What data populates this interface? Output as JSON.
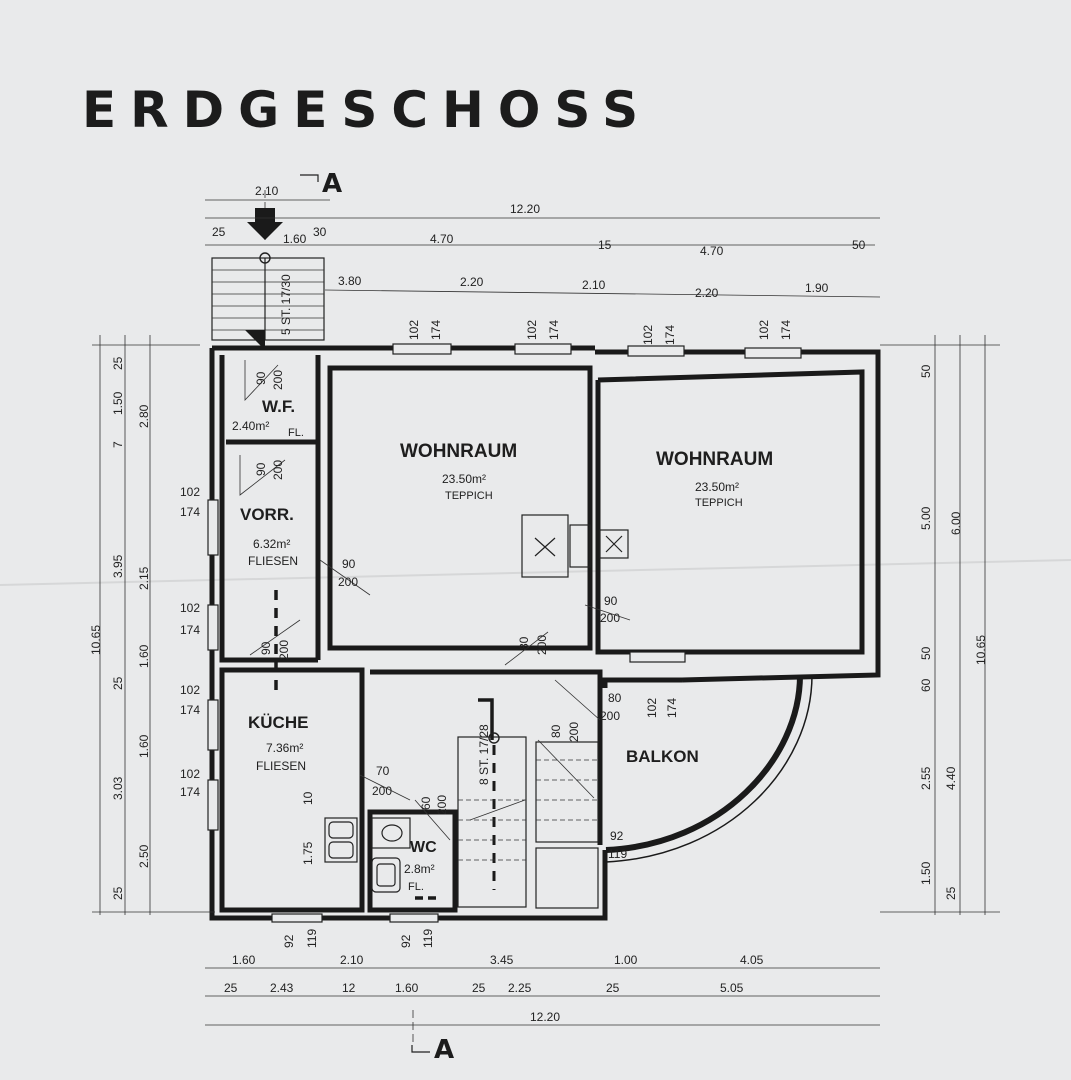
{
  "title": "ERDGESCHOSS",
  "section_marks": {
    "top": "A",
    "bottom": "A"
  },
  "rooms": {
    "wohnraum_1": {
      "name": "WOHNRAUM",
      "area": "23.50m²",
      "floor": "TEPPICH"
    },
    "wohnraum_2": {
      "name": "WOHNRAUM",
      "area": "23.50m²",
      "floor": "TEPPICH"
    },
    "wf": {
      "name": "W.F.",
      "area": "2.40m²",
      "floor": "FL."
    },
    "vorr": {
      "name": "VORR.",
      "area": "6.32m²",
      "floor": "FLIESEN"
    },
    "kueche": {
      "name": "KÜCHE",
      "area": "7.36m²",
      "floor": "FLIESEN"
    },
    "wc": {
      "name": "WC",
      "area": "2.8m²",
      "floor": "FL."
    },
    "balkon": {
      "name": "BALKON"
    }
  },
  "dimensions": {
    "top_1": "2.10",
    "top_total": "12.20",
    "top_2a": "25",
    "top_2b": "1.60",
    "top_2c": "30",
    "top_2d": "4.70",
    "top_2e": "15",
    "top_2f": "4.70",
    "top_2g": "50",
    "top_3a": "3.80",
    "top_3b": "2.20",
    "top_3c": "2.10",
    "top_3d": "2.20",
    "top_3e": "1.90",
    "stair_top": "5 ST. 17/30",
    "stair_inner_1": "8 ST. 17/28",
    "bottom_1a": "1.60",
    "bottom_1b": "2.10",
    "bottom_1c": "3.45",
    "bottom_1d": "1.00",
    "bottom_1e": "4.05",
    "bottom_2a": "25",
    "bottom_2b": "2.43",
    "bottom_2c": "12",
    "bottom_2d": "1.60",
    "bottom_2e": "25",
    "bottom_2f": "2.25",
    "bottom_2g": "25",
    "bottom_2h": "5.05",
    "bottom_total": "12.20",
    "left_total": "10.65",
    "left_a": "25",
    "left_b": "1.50",
    "left_c": "7",
    "left_d": "3.95",
    "left_e": "25",
    "left_f": "3.03",
    "left_g": "25",
    "left2_a": "2.80",
    "left2_b": "2.15",
    "left2_c": "1.60",
    "left2_d": "1.60",
    "left2_e": "2.50",
    "right_total": "10.65",
    "right_total2": "6.00",
    "right_a": "50",
    "right_b": "5.00",
    "right_c": "50",
    "right_d": "60",
    "right_e": "2.55",
    "right_f": "4.40",
    "right_g": "1.50",
    "right_h": "25",
    "kueche_a": "10",
    "kueche_b": "1.75",
    "win_w": "102",
    "win_h": "174",
    "win_w2": "92",
    "win_h2": "119",
    "door_90": "90",
    "door_200": "200",
    "door_80": "80",
    "door_70": "70",
    "door_60": "60"
  }
}
